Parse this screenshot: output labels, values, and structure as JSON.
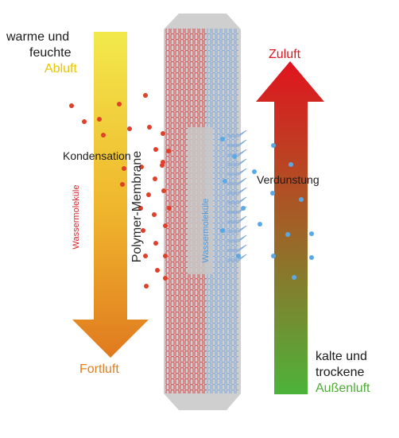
{
  "labels": {
    "warm_line1": "warme und",
    "warm_line2": "feuchte",
    "abluft": "Abluft",
    "fortluft": "Fortluft",
    "zuluft": "Zuluft",
    "cold_line1": "kalte und",
    "cold_line2": "trockene",
    "aussenluft": "Außenluft",
    "kondensation": "Kondensation",
    "verdunstung": "Verdunstung",
    "membrane": "Polymer-Membrane",
    "molecules_left": "Wassermoleküle",
    "molecules_right": "Wassermoleküle"
  },
  "colors": {
    "exhaust_top": "#f2e94c",
    "exhaust_bottom": "#e07a1f",
    "supply_top": "#e0141e",
    "supply_bottom": "#4cb33a",
    "abluft_text": "#e8c400",
    "fortluft_text": "#e08020",
    "zuluft_text": "#e0141e",
    "aussenluft_text": "#4cae35",
    "droplet_red": "#e0402a",
    "droplet_blue": "#5aa9e6",
    "membrane_gray": "#cfcfcf"
  }
}
